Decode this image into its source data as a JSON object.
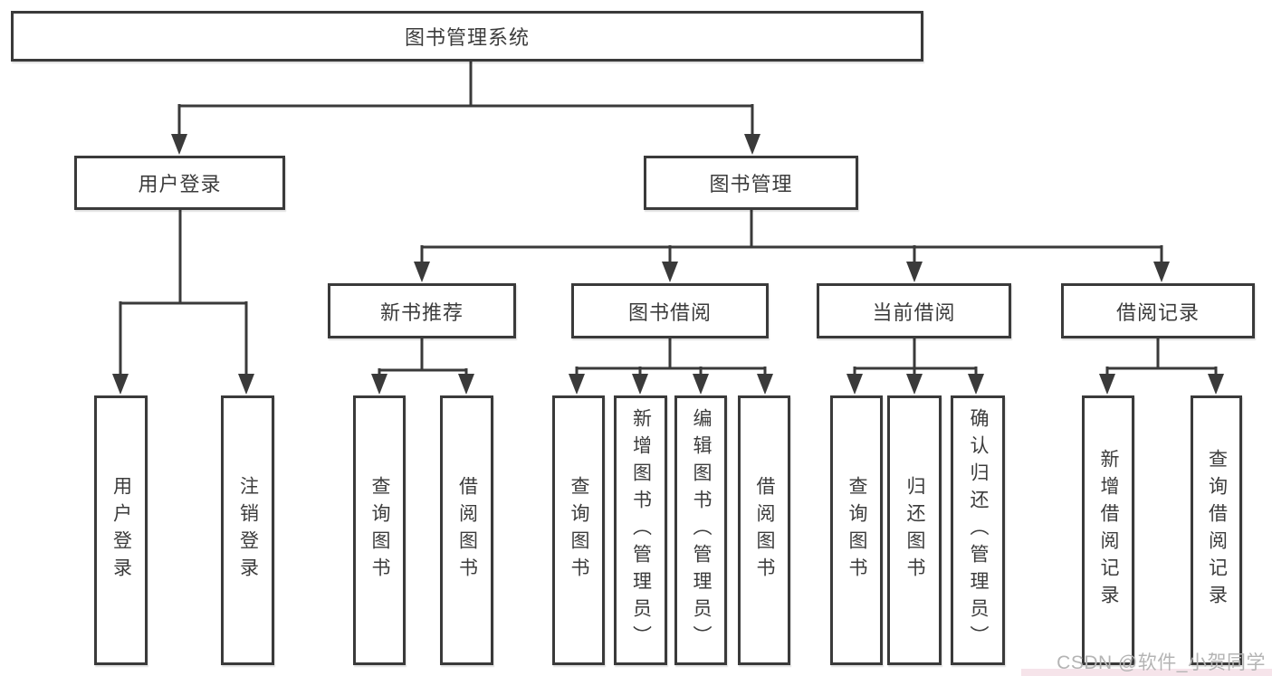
{
  "diagram": {
    "title": "图书管理系统",
    "root": {
      "label": "图书管理系统"
    },
    "branches": [
      {
        "label": "用户登录",
        "children": [
          "用户登录",
          "注销登录"
        ]
      },
      {
        "label": "图书管理",
        "children": [
          {
            "label": "新书推荐",
            "children": [
              "查询图书",
              "借阅图书"
            ]
          },
          {
            "label": "图书借阅",
            "children": [
              "查询图书",
              "新增图书（管理员）",
              "编辑图书（管理员）",
              "借阅图书"
            ]
          },
          {
            "label": "当前借阅",
            "children": [
              "查询图书",
              "归还图书",
              "确认归还（管理员）"
            ]
          },
          {
            "label": "借阅记录",
            "children": [
              "新增借阅记录",
              "查询借阅记录"
            ]
          }
        ]
      }
    ]
  },
  "watermark": {
    "text": "CSDN @软件_小贺同学"
  },
  "colors": {
    "line": "#3a3a3a",
    "text": "#3c3c3c",
    "watermark": "#b4b4b4"
  }
}
